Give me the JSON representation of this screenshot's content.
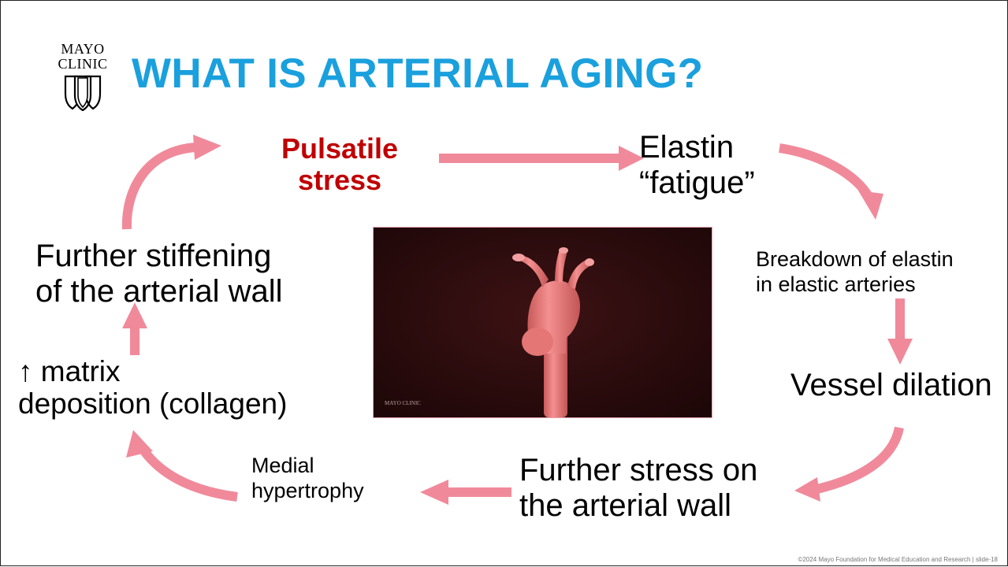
{
  "slide": {
    "title": "WHAT IS ARTERIAL AGING?",
    "logo": {
      "line1": "MAYO",
      "line2": "CLINIC"
    },
    "cycle": {
      "pulsatile": {
        "line1": "Pulsatile",
        "line2": "stress"
      },
      "elastin": {
        "line1": "Elastin",
        "line2": "“fatigue”"
      },
      "breakdown": {
        "line1": "Breakdown of elastin",
        "line2": "in elastic arteries"
      },
      "dilation": "Vessel dilation",
      "further_stress": {
        "line1": "Further stress on",
        "line2": "the arterial wall"
      },
      "medial": {
        "line1": "Medial",
        "line2": "hypertrophy"
      },
      "matrix": {
        "line1": "↑ matrix",
        "line2": "deposition (collagen)"
      },
      "stiffening": {
        "line1": "Further stiffening",
        "line2": "of the arterial wall"
      }
    },
    "video_watermark": "MAYO CLINIC",
    "footer": "©2024 Mayo Foundation for Medical Education and Research  |  slide-18"
  },
  "colors": {
    "title": "#1aa0dd",
    "emphasis": "#c00000",
    "arrow": "#f08a9a",
    "video_bg": "#2a0a0c",
    "aorta": "#f07e7e"
  }
}
